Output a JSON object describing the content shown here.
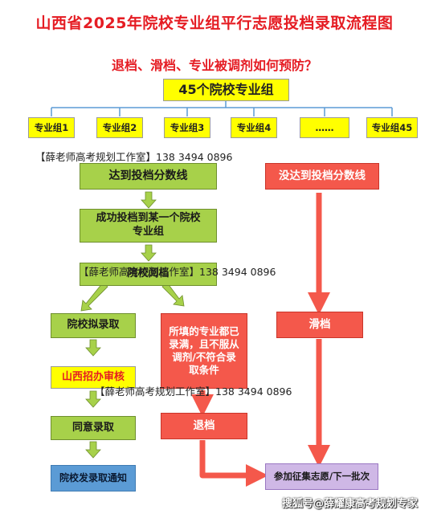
{
  "title": "山西省2025年院校专业组平行志愿投档录取流程图",
  "subtitle": "退档、滑档、专业被调剂如何预防？",
  "root": "45个院校专业组",
  "groups": [
    "专业组1",
    "专业组2",
    "专业组3",
    "专业组4",
    "……",
    "专业组45"
  ],
  "left_flow": {
    "reach": "达到投档分数线",
    "success": "成功投档到某一个院校专业组",
    "review": "院校阅档",
    "propose": "院校拟录取",
    "audit": "山西招办审核",
    "agree": "同意录取",
    "notice": "院校发录取通知"
  },
  "condition": "所填的专业都已录满，且不服从调剂/不符合录取条件",
  "reject": "退档",
  "not_reach": "没达到投档分数线",
  "slide": "滑档",
  "final": "参加征集志愿/下一批次",
  "watermarks": [
    "【薛老师高考规划工作室】138 3494 0896",
    "【薛老师高考规划工作室】138 3494 0896",
    "【薛老师高考规划工作室】138 3494 0896"
  ],
  "footer": "搜狐号@薛耀康高考规划专家"
}
